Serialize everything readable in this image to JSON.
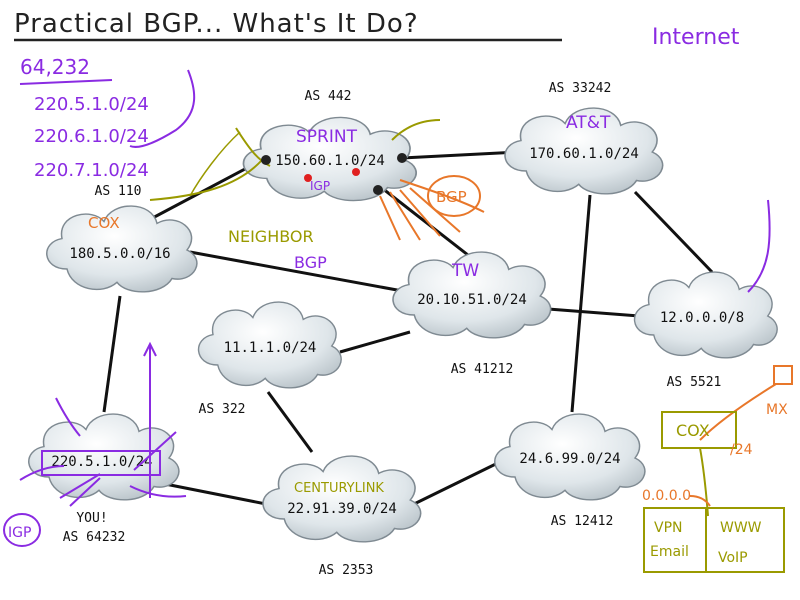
{
  "title": "Practical BGP... What's It Do?",
  "internet_label": "Internet",
  "you_as_number": "64,232",
  "you_prefixes": [
    "220.5.1.0/24",
    "220.6.1.0/24",
    "220.7.1.0/24"
  ],
  "clouds": {
    "sprint": {
      "network": "150.60.1.0/24",
      "as": "AS 442",
      "note": "SPRINT"
    },
    "att": {
      "network": "170.60.1.0/24",
      "as": "AS 33242",
      "note": "AT&T"
    },
    "cox": {
      "network": "180.5.0.0/16",
      "as": "AS 110",
      "note": "COX"
    },
    "tw": {
      "network": "20.10.51.0/24",
      "as": "AS 41212",
      "note": "TW"
    },
    "eleven": {
      "network": "11.1.1.0/24",
      "as": "AS 322"
    },
    "twelve": {
      "network": "12.0.0.0/8",
      "as": "AS 5521"
    },
    "you": {
      "network": "220.5.1.0/24",
      "as": "AS 64232",
      "note": "YOU!"
    },
    "centurylink": {
      "network": "22.91.39.0/24",
      "as": "AS 2353",
      "note": "CENTURYLINK"
    },
    "twentyfour": {
      "network": "24.6.99.0/24",
      "as": "AS 12412"
    }
  },
  "annotations": {
    "neighbor": "NEIGHBOR",
    "bgp_small": "BGP",
    "bgp_bubble": "BGP",
    "igp": "IGP",
    "igp_box": "IGP",
    "sprint_igp": "IGP",
    "cox_box": "COX",
    "mx": "MX",
    "slash24": "/24",
    "zero_net": "0.0.0.0",
    "vpn": "VPN",
    "email": "Email",
    "www": "WWW",
    "voip": "VoIP"
  },
  "colors": {
    "purple": "#8a2be2",
    "orange": "#e8772a",
    "olive": "#9a9a00",
    "link": "#111111"
  }
}
